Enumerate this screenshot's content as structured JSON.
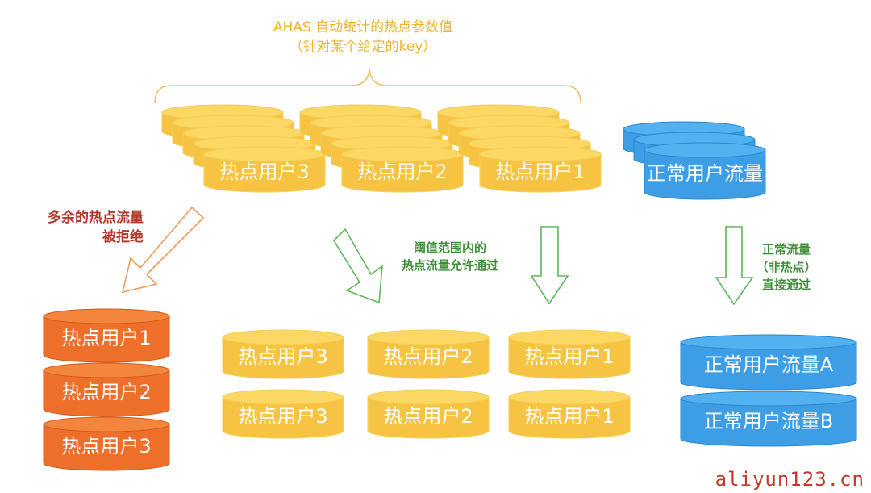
{
  "header": {
    "title_line1": "AHAS 自动统计的热点参数值",
    "title_line2": "（针对某个给定的key）"
  },
  "hot_stacks": [
    {
      "label": "热点用户3"
    },
    {
      "label": "热点用户2"
    },
    {
      "label": "热点用户1"
    }
  ],
  "normal_stack": {
    "label": "正常用户流量"
  },
  "reject_caption": {
    "line1": "多余的热点流量",
    "line2": "被拒绝"
  },
  "allow_caption": {
    "line1": "阈值范围内的",
    "line2": "热点流量允许通过"
  },
  "normal_caption": {
    "line1": "正常流量",
    "line2": "（非热点）",
    "line3": "直接通过"
  },
  "rejected_disks": [
    {
      "label": "热点用户1"
    },
    {
      "label": "热点用户2"
    },
    {
      "label": "热点用户3"
    }
  ],
  "passed_rows": [
    [
      {
        "label": "热点用户3"
      },
      {
        "label": "热点用户2"
      },
      {
        "label": "热点用户1"
      }
    ],
    [
      {
        "label": "热点用户3"
      },
      {
        "label": "热点用户2"
      },
      {
        "label": "热点用户1"
      }
    ]
  ],
  "normal_outputs": [
    {
      "label": "正常用户流量A"
    },
    {
      "label": "正常用户流量B"
    }
  ],
  "watermark": "aliyun123.cn",
  "colors": {
    "hot": "#f6c342",
    "hot_top": "#fbd763",
    "hot_edge": "#f7cd55",
    "normal": "#3d9ee6",
    "normal_top": "#52b1f0",
    "normal_edge": "#2a86cc",
    "rejected": "#ee6f2a",
    "rejected_top": "#f3853d",
    "rejected_edge": "#d45a1b",
    "arrow_orange": "#f29a55",
    "arrow_green": "#5cb85c",
    "brace": "#f2c26a"
  }
}
